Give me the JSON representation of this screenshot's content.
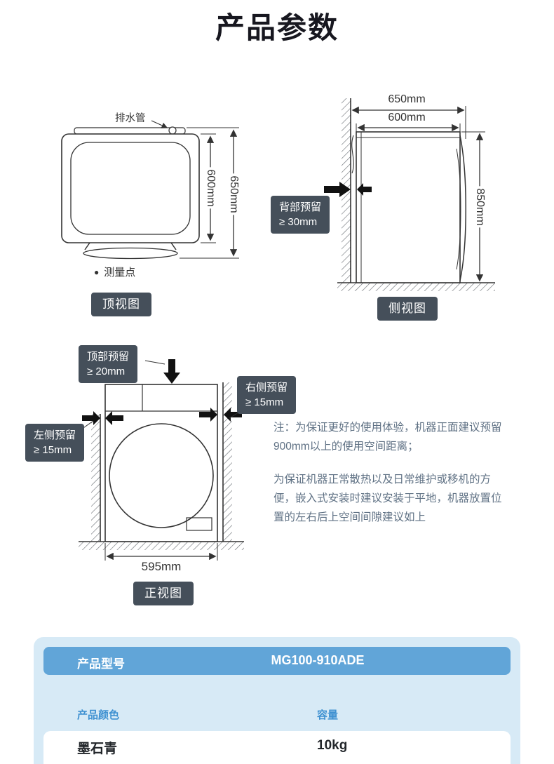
{
  "page": {
    "title": "产品参数"
  },
  "views": {
    "top": {
      "drain_label": "排水管",
      "dim_body": "600mm",
      "dim_total": "650mm",
      "measure_dot": "●",
      "measure_point": "测量点",
      "badge": "顶视图"
    },
    "side": {
      "dim_total": "650mm",
      "dim_body": "600mm",
      "dim_height": "850mm",
      "reserve_line1": "背部预留",
      "reserve_line2": "≥ 30mm",
      "badge": "侧视图"
    },
    "front": {
      "top_reserve_line1": "顶部预留",
      "top_reserve_line2": "≥ 20mm",
      "right_reserve_line1": "右侧预留",
      "right_reserve_line2": "≥ 15mm",
      "left_reserve_line1": "左侧预留",
      "left_reserve_line2": "≥ 15mm",
      "dim_width": "595mm",
      "badge": "正视图"
    }
  },
  "notes": {
    "para1": "注：为保证更好的使用体验，机器正面建议预留900mm以上的使用空间距离；",
    "para2": "为保证机器正常散热以及日常维护或移机的方便，嵌入式安装时建议安装于平地，机器放置位置的左右后上空间间隙建议如上"
  },
  "spec": {
    "model_label": "产品型号",
    "model_value": "MG100-910ADE",
    "color_label": "产品颜色",
    "color_value": "墨石青",
    "capacity_label": "容量",
    "capacity_value": "10kg"
  },
  "colors": {
    "accent_blue": "#61a5d8",
    "light_blue": "#d7eaf6",
    "badge_bg": "#454f5a",
    "note_text": "#5f7184"
  }
}
